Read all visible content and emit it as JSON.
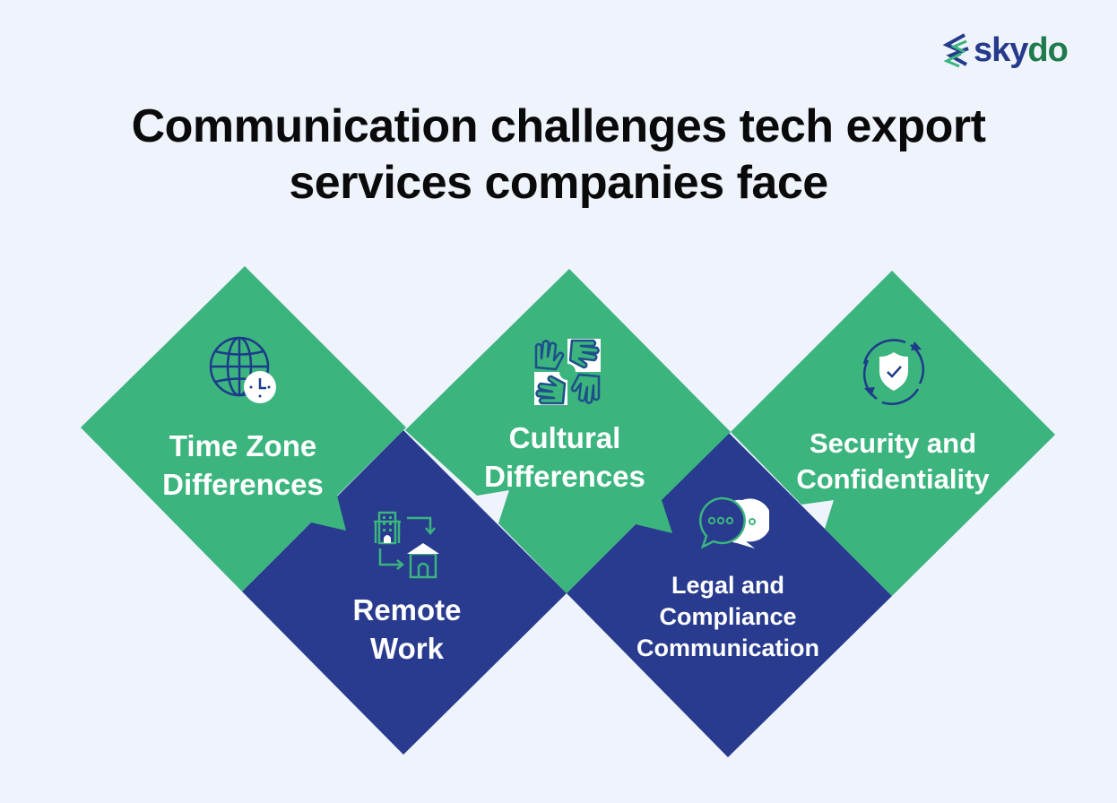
{
  "brand": {
    "logo_part1": "sky",
    "logo_part2": "do",
    "colors": {
      "green": "#3bb47e",
      "navy": "#283b8e",
      "background": "#eef3fc",
      "title": "#0a0a0a"
    }
  },
  "header": {
    "title_line1": "Communication challenges tech export",
    "title_line2": "services companies face"
  },
  "challenges": [
    {
      "line1": "Time Zone",
      "line2": "Differences",
      "icon": "globe-clock-icon",
      "color": "green"
    },
    {
      "line1": "Remote",
      "line2": "Work",
      "icon": "office-to-home-icon",
      "color": "navy"
    },
    {
      "line1": "Cultural",
      "line2": "Differences",
      "icon": "joined-hands-icon",
      "color": "green"
    },
    {
      "line1": "Legal and",
      "line2": "Compliance",
      "line3": "Communication",
      "icon": "chat-bubbles-icon",
      "color": "navy"
    },
    {
      "line1": "Security and",
      "line2": "Confidentiality",
      "icon": "shield-check-icon",
      "color": "green"
    }
  ]
}
